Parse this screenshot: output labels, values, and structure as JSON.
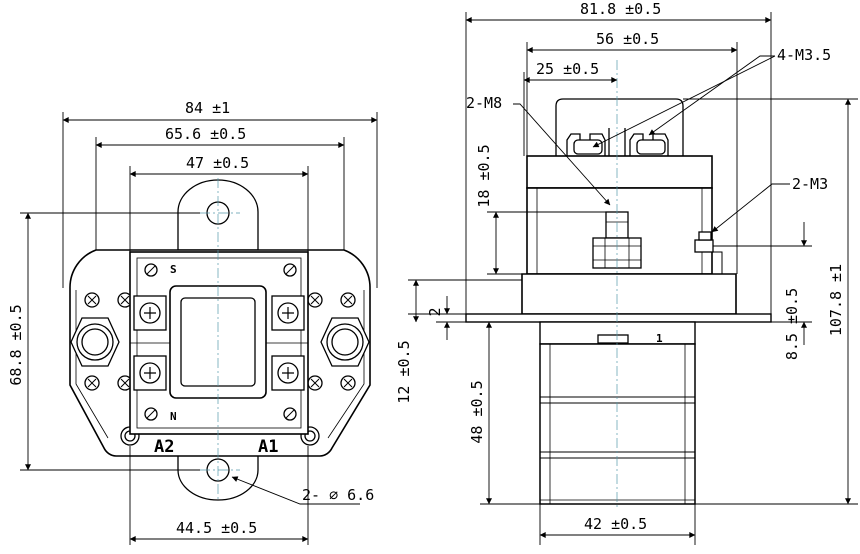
{
  "front": {
    "width_total": "84 ±1",
    "width_mid": "65.6 ±0.5",
    "width_inner": "47 ±0.5",
    "height_total": "68.8 ±0.5",
    "hole_spacing": "44.5 ±0.5",
    "hole_callout": "2- ∅ 6.6",
    "mark_s": "S",
    "mark_n": "N",
    "coil_a2": "A2",
    "coil_a1": "A1"
  },
  "side": {
    "width_total": "81.8 ±0.5",
    "width_56": "56 ±0.5",
    "width_25": "25 ±0.5",
    "callout_4m35": "4-M3.5",
    "callout_2m8": "2-M8",
    "callout_2m3": "2-M3",
    "dim_18": "18 ±0.5",
    "dim_2": "2",
    "dim_12": "12 ±0.5",
    "dim_48": "48 ±0.5",
    "dim_85": "8.5 ±0.5",
    "dim_1078": "107.8 ±1",
    "dim_42": "42 ±0.5",
    "mark_1": "1"
  }
}
